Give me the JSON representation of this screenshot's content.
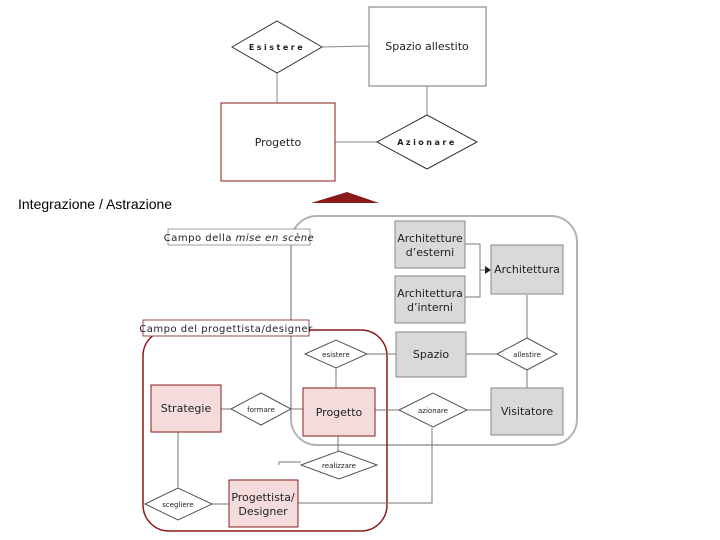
{
  "top": {
    "esistere": "Esistere",
    "spazio_allestito": "Spazio allestito",
    "progetto": "Progetto",
    "azionare": "Azionare"
  },
  "section_title": "Integrazione / Astrazione",
  "scene_field": {
    "prefix": "Campo della ",
    "italic": "mise en scène"
  },
  "designer_field": "Campo del progettista/designer",
  "bottom": {
    "arch_esterni_1": "Architetture",
    "arch_esterni_2": "d’esterni",
    "arch_interni_1": "Architettura",
    "arch_interni_2": "d’interni",
    "architettura": "Architettura",
    "esistere": "esistere",
    "spazio": "Spazio",
    "allestire": "allestire",
    "strategie": "Strategie",
    "formare": "formare",
    "progetto": "Progetto",
    "azionare": "azionare",
    "visitatore": "Visitatore",
    "realizzare": "realizzare",
    "scegliere": "scegliere",
    "progettista_1": "Progettista/",
    "progettista_2": "Designer"
  },
  "colors": {
    "dark_red": "#8b1a1a",
    "pink_fill": "#f4dcdc",
    "gray_fill": "#d9d9d9",
    "gray_border": "#9a9a9a"
  }
}
